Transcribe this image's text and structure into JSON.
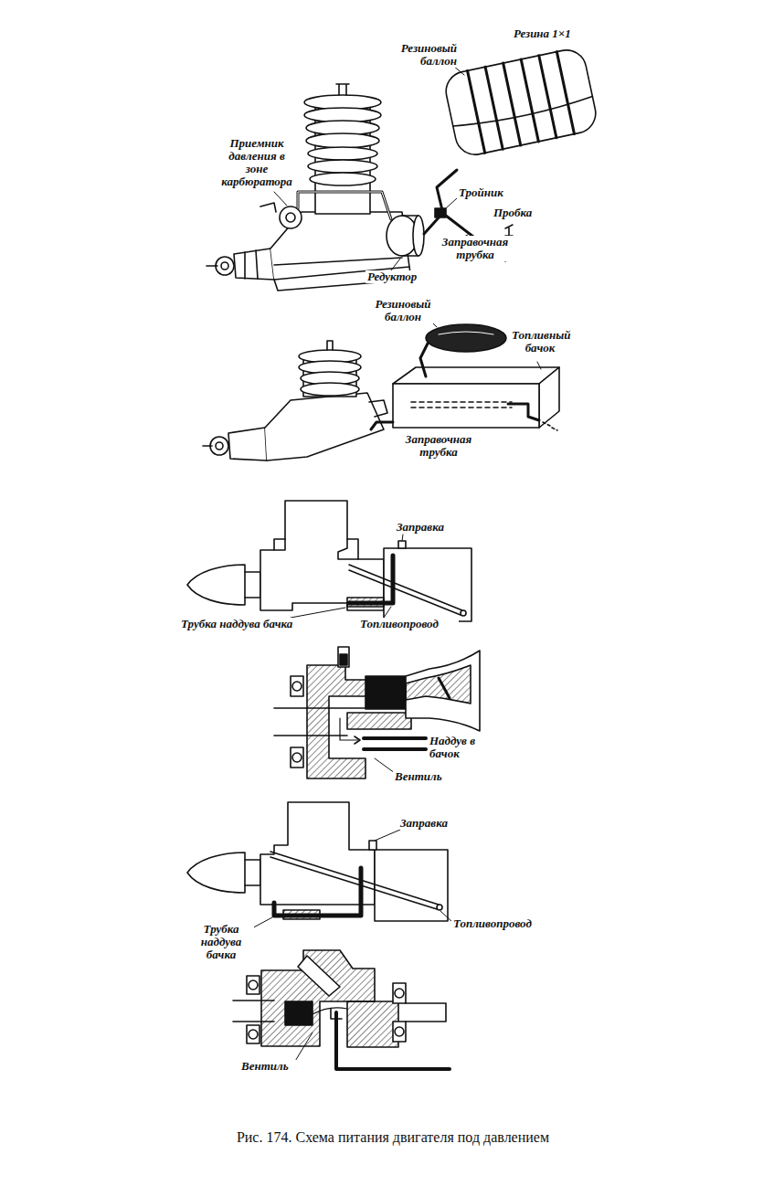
{
  "diagram": {
    "caption": "Рис. 174. Схема питания двигателя под давлением",
    "labels": [
      "Резина 1×1",
      "Резиновый баллон",
      "Приемник давления в зоне карбюратора",
      "Тройник",
      "Пробка",
      "Заправочная трубка",
      "Редуктор",
      "Резиновый баллон",
      "Топливный бачок",
      "Заправочная трубка",
      "Заправка",
      "Трубка наддува бачка",
      "Топливопровод",
      "Наддув в бачок",
      "Вентиль",
      "Заправка",
      "Трубка наддува бачка",
      "Топливопровод",
      "Вентиль"
    ]
  }
}
